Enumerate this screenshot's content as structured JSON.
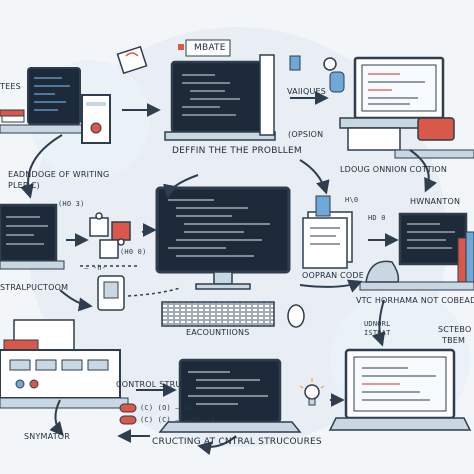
{
  "labels": {
    "top_badge": "MBATE",
    "tees": "TEES",
    "vaiques": "VAIIQUES",
    "opsion": "(OPSION",
    "define_problem": "DEFFIN THE THE PROBLLEM",
    "knowledge_writing": "EADNDOGE OF WRITING",
    "pleps_c": "PLEP C)",
    "doug_onnion": "LDOUG ONNION COTTION",
    "hwnanton": "HWNANTON",
    "h_zero": "H\\0",
    "hd_zero": "HD 0",
    "code_frag_1": "(HO 3)",
    "code_frag_2": "— -h-",
    "code_frag_3": "(H0 0)",
    "ostal_label": "STRALPUCTOOM",
    "oppran_code": "OOPRAN CODE",
    "eacountions": "EACOUNTIIONS",
    "vtc_label": "VTC HORHAMA NOT COBEAD",
    "udnorl": "UDNORL",
    "itstrat": "ISTRAT",
    "sctebo": "SCTEBO",
    "tbem": "TBEM",
    "control_structures": "CONTROL STRUCTRES",
    "snymator": "SNYMATOR",
    "crucing": "CRUCTING AT CNTRAL STRUCOURES",
    "code_frag_4": "(C) (O) — JA",
    "code_frag_5": "(C) (C) — (CO) JA"
  },
  "icons": [
    "monitor-icon",
    "laptop-icon",
    "keyboard-icon",
    "mouse-icon",
    "puzzle-icon",
    "lightbulb-icon",
    "printer-icon",
    "phone-icon",
    "books-icon",
    "document-icon",
    "arrow-icon"
  ],
  "colors": {
    "screen": "#1d2a3a",
    "outline": "#2e3e4e",
    "accent_blue": "#6fa8d6",
    "accent_red": "#d9584a",
    "paper": "#ffffff",
    "bg": "#f3f6f9"
  }
}
